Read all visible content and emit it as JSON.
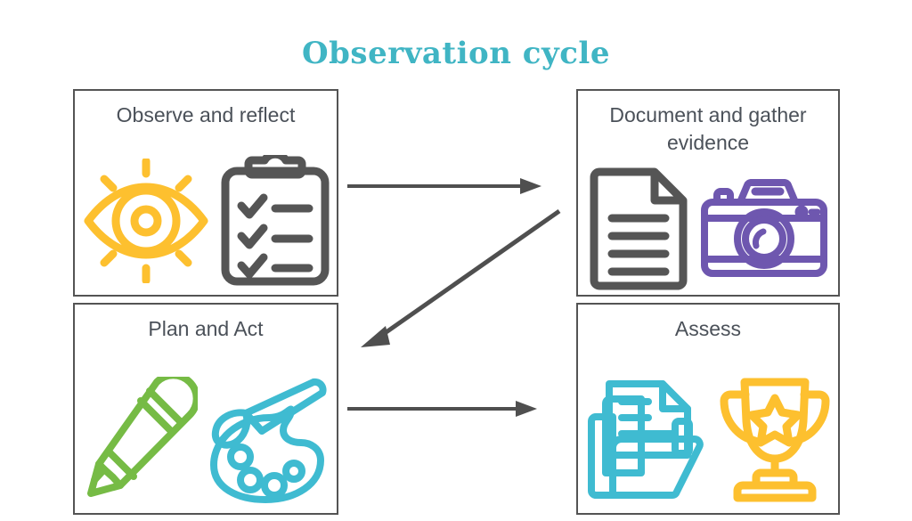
{
  "title": "Observation cycle",
  "theme": {
    "title_color": "#40b5c4",
    "box_border_color": "#545454",
    "label_color": "#4b5159",
    "arrow_color": "#4f4f4f",
    "amber": "#fdc02f",
    "dark_gray": "#555555",
    "purple": "#6e57af",
    "green": "#76bb45",
    "cyan": "#3fbbd1"
  },
  "boxes": [
    {
      "id": "observe-and-reflect",
      "label": "Observe and reflect",
      "icons": [
        "eye-icon",
        "clipboard-checklist-icon"
      ]
    },
    {
      "id": "document-and-gather-evidence",
      "label": "Document and gather evidence",
      "icons": [
        "document-icon",
        "camera-icon"
      ]
    },
    {
      "id": "plan-and-act",
      "label": "Plan and Act",
      "icons": [
        "pencil-icon",
        "paint-palette-icon"
      ]
    },
    {
      "id": "assess",
      "label": "Assess",
      "icons": [
        "folder-with-document-icon",
        "trophy-icon"
      ]
    }
  ],
  "arrows": [
    {
      "id": "arrow-observe-to-document",
      "direction": "right"
    },
    {
      "id": "arrow-document-to-plan",
      "direction": "down-left"
    },
    {
      "id": "arrow-plan-to-assess",
      "direction": "right"
    }
  ]
}
